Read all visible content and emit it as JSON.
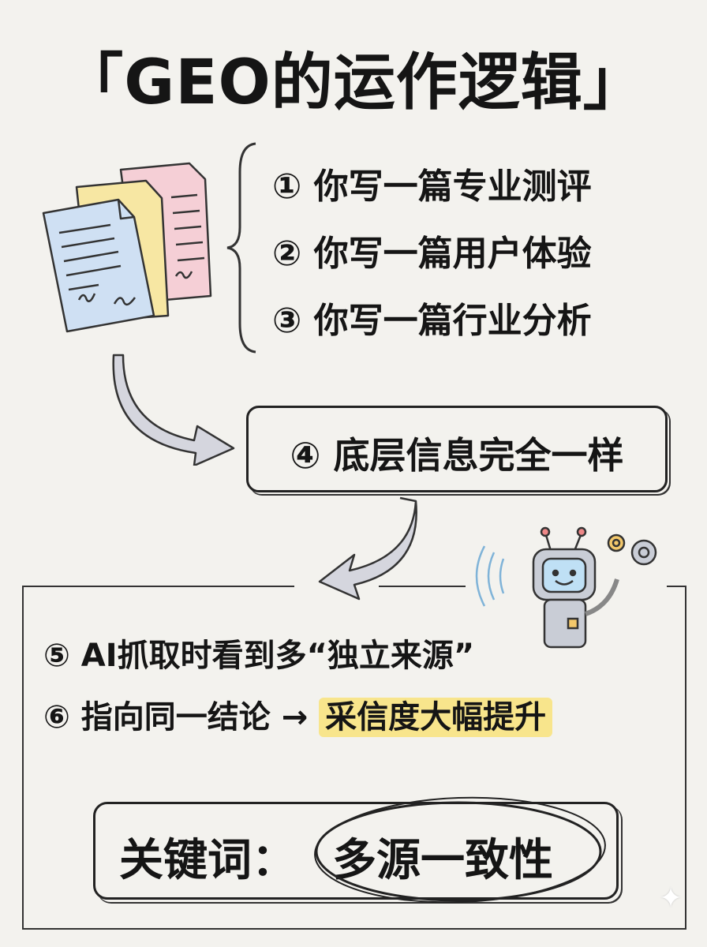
{
  "title": "「GEO的运作逻辑」",
  "items": [
    {
      "label": "① 你写一篇专业测评"
    },
    {
      "label": "② 你写一篇用户体验"
    },
    {
      "label": "③ 你写一篇行业分析"
    }
  ],
  "step4": "④ 底层信息完全一样",
  "step5": "⑤ AI抓取时看到多“独立来源”",
  "step6": {
    "prefix": "⑥ 指向同一结论 →",
    "highlight": "采信度大幅提升"
  },
  "keyword": {
    "label": "关键词：",
    "value": "多源一致性"
  },
  "colors": {
    "background": "#f3f2ee",
    "highlight": "#f8e58c",
    "doc_blue": "#cfe0f3",
    "doc_yellow": "#f7e7a3",
    "doc_pink": "#f5cfd6"
  }
}
